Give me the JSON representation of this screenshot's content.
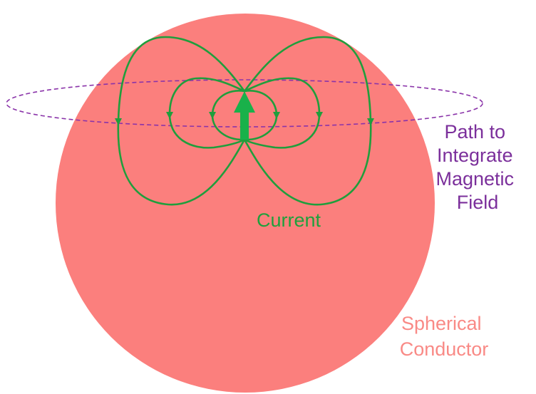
{
  "colors": {
    "background": "#ffffff",
    "sphere": "#fb7f7d",
    "field_lines": "#1f9e3c",
    "current_arrow": "#19b14a",
    "integration_path": "#8a33a9",
    "path_label": "#7b2f9b",
    "current_label": "#1fa03c",
    "sphere_label": "#f98a86"
  },
  "labels": {
    "path_to_integrate": [
      "Path to",
      "Integrate",
      "Magnetic",
      "Field"
    ],
    "current": "Current",
    "spherical_conductor": [
      "Spherical",
      "Conductor"
    ]
  },
  "icons": {
    "current_arrow": "arrow-up-icon",
    "field_line_arrow": "triangle-down-icon"
  }
}
